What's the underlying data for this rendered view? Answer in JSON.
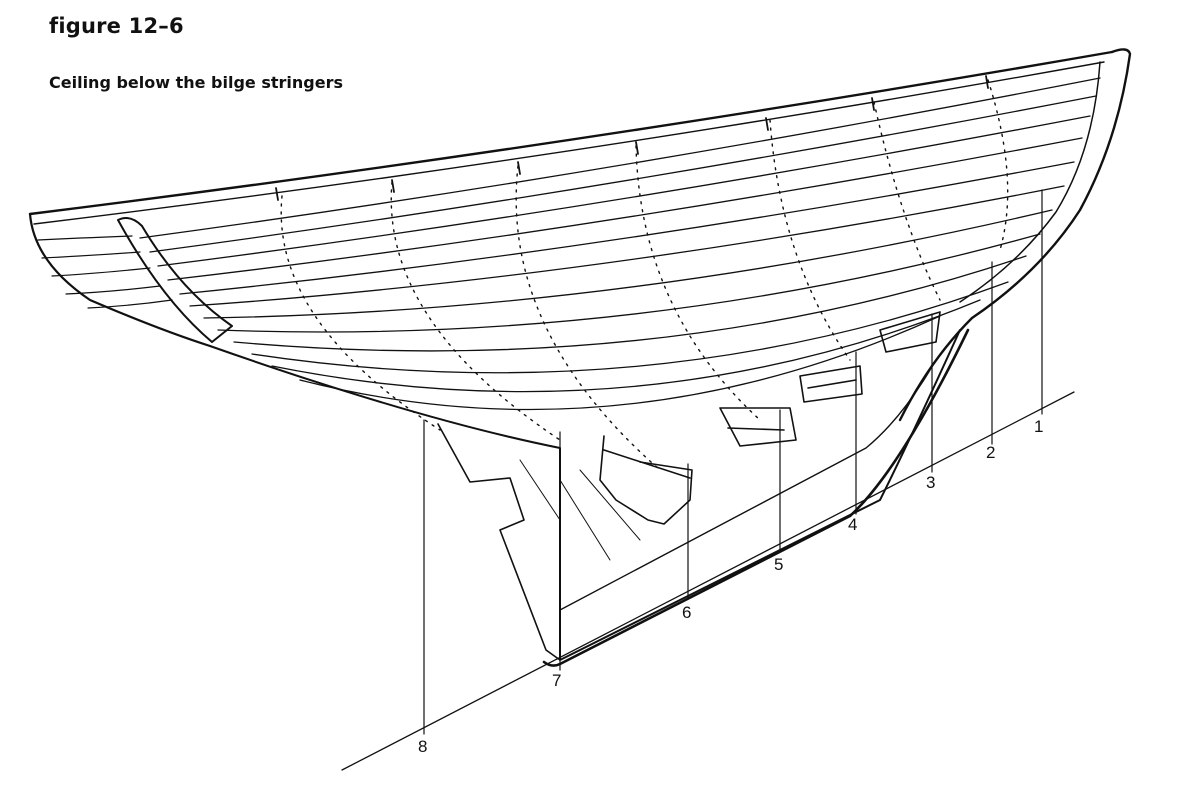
{
  "figure": {
    "label": "figure 12–6",
    "caption": "Ceiling below the bilge stringers"
  },
  "stations": [
    {
      "number": "1"
    },
    {
      "number": "2"
    },
    {
      "number": "3"
    },
    {
      "number": "4"
    },
    {
      "number": "5"
    },
    {
      "number": "6"
    },
    {
      "number": "7"
    },
    {
      "number": "8"
    }
  ]
}
